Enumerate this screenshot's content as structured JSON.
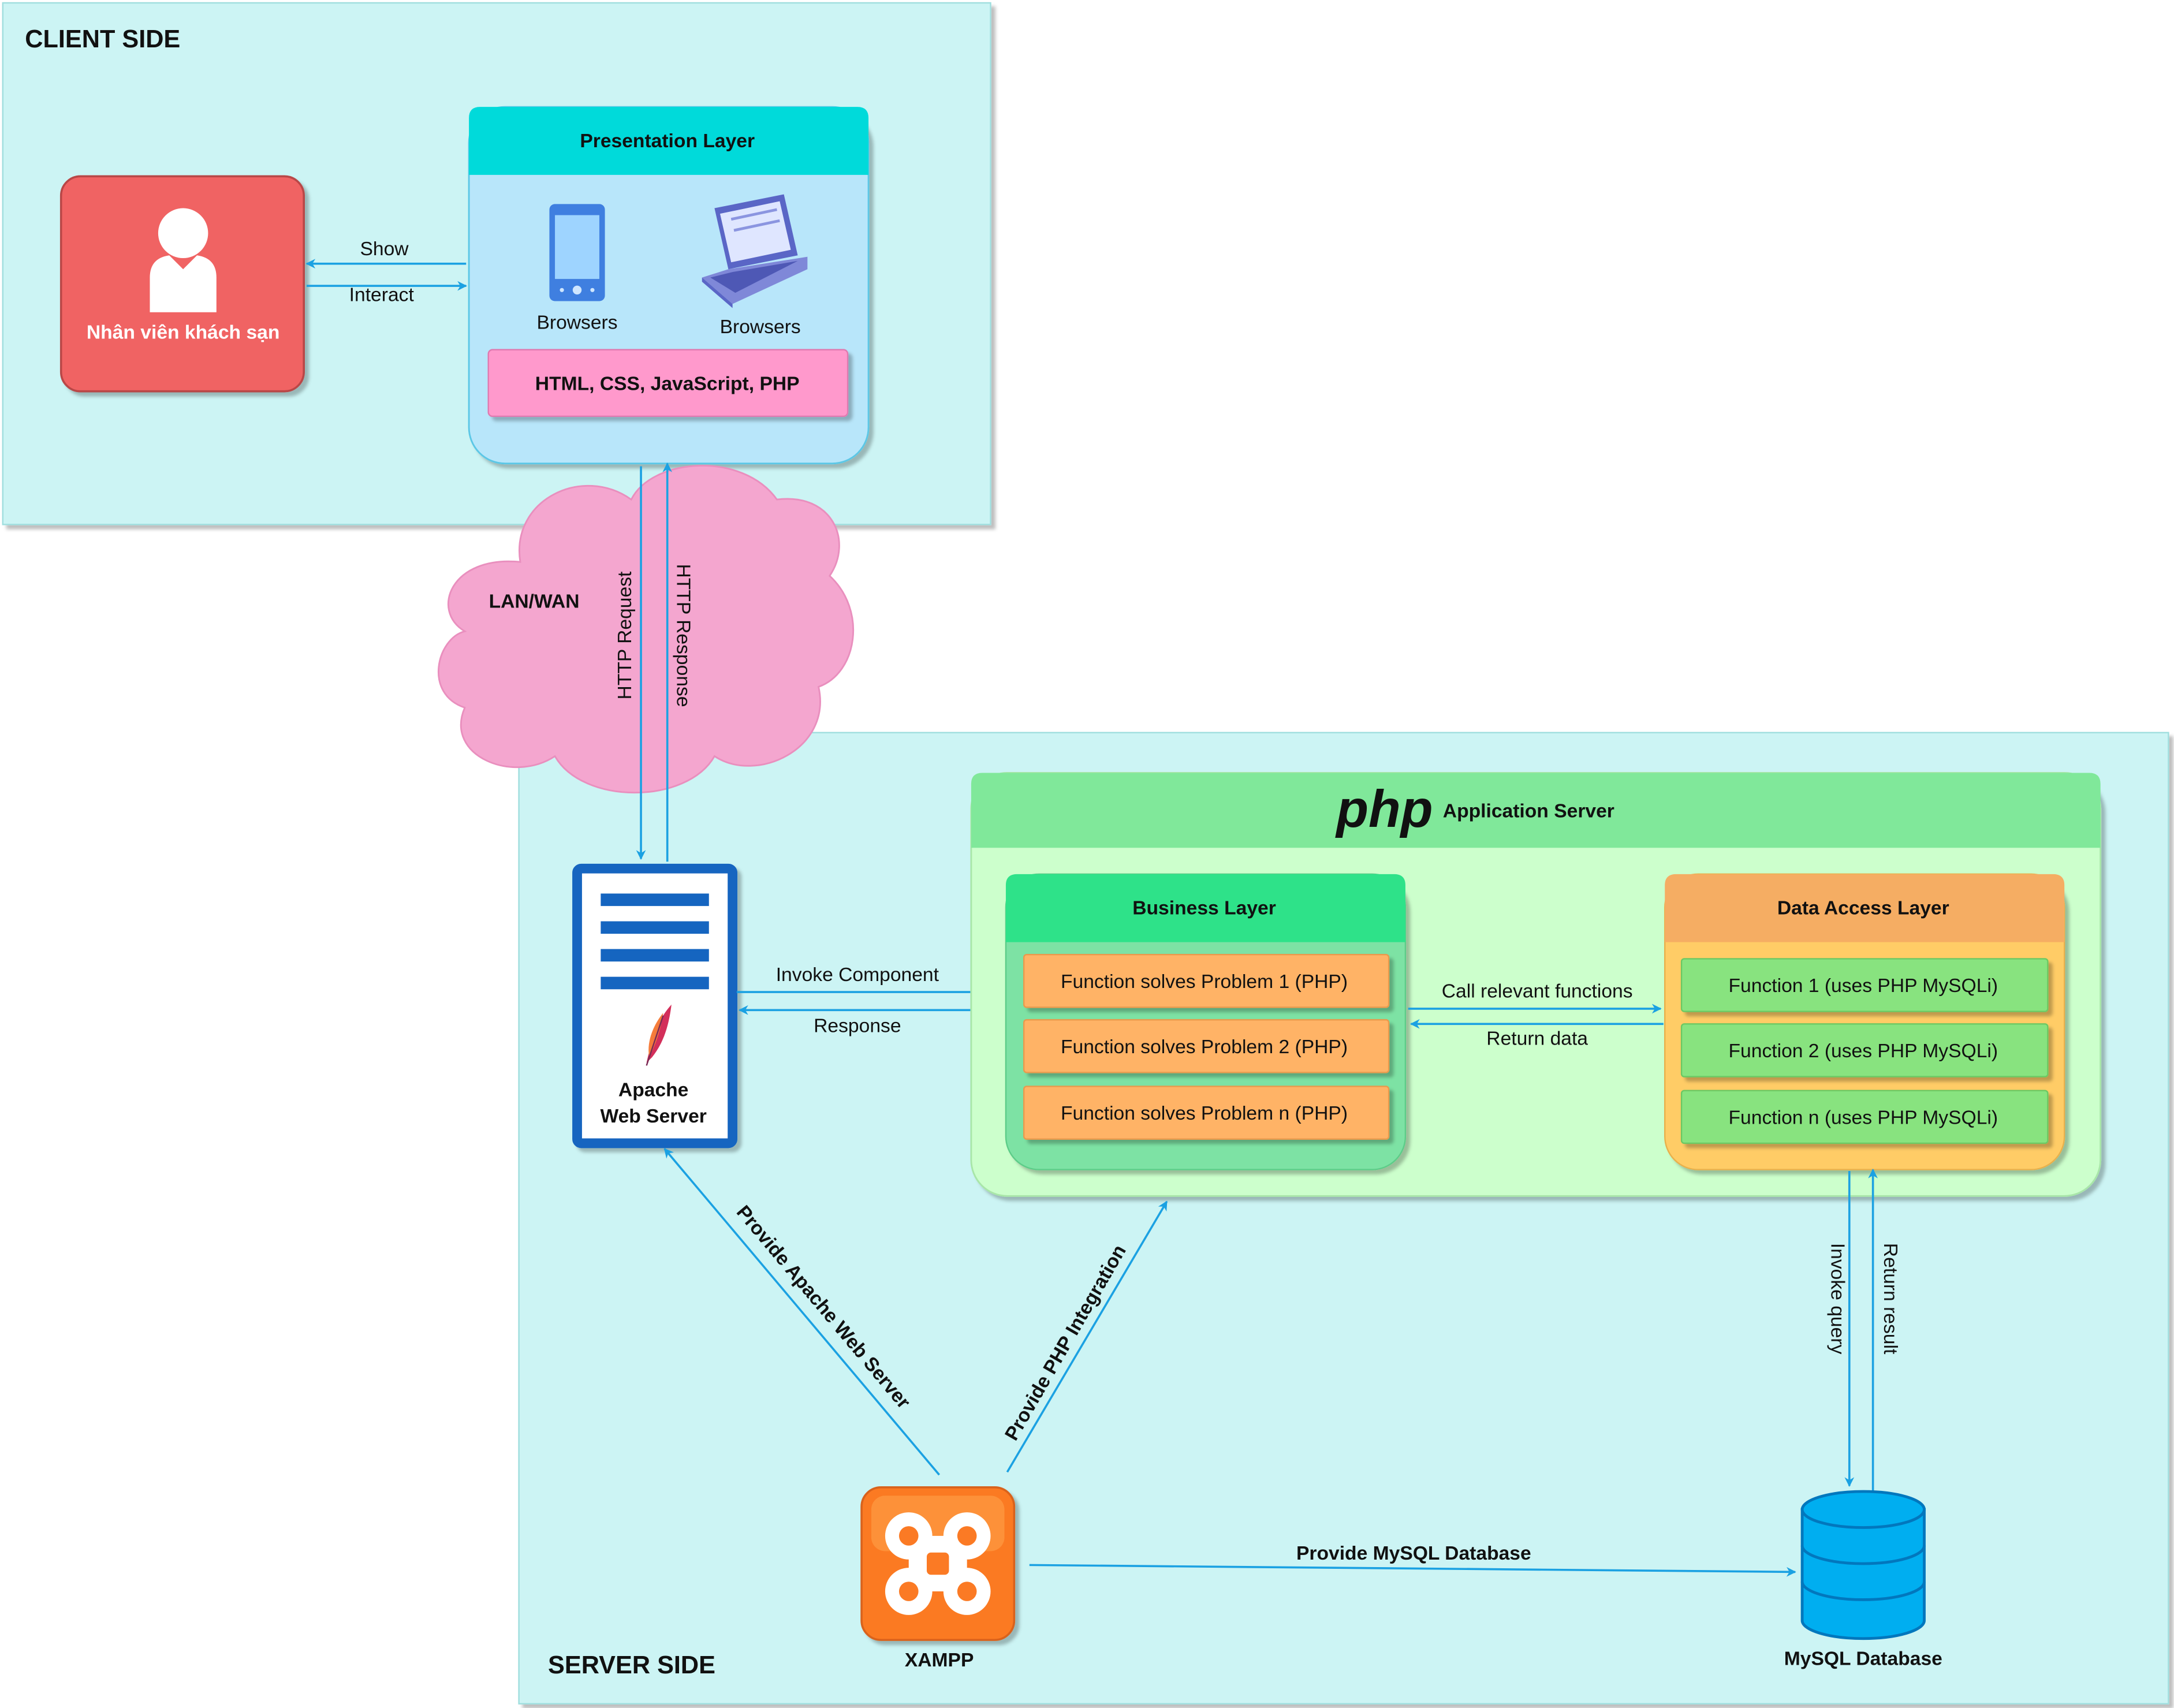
{
  "client": {
    "title": "CLIENT SIDE",
    "user_label": "Nhân viên khách sạn",
    "show_label": "Show",
    "interact_label": "Interact",
    "presentation_title": "Presentation Layer",
    "browser_mobile_label": "Browsers",
    "browser_laptop_label": "Browsers",
    "tech_label": "HTML, CSS, JavaScript, PHP"
  },
  "network": {
    "cloud_label": "LAN/WAN",
    "request_label": "HTTP Request",
    "response_label": "HTTP Response"
  },
  "server": {
    "title": "SERVER SIDE",
    "apache_line1": "Apache",
    "apache_line2": "Web Server",
    "invoke_label": "Invoke Component",
    "response_label": "Response",
    "php_logo": "php",
    "app_server_label": "Application Server",
    "business_title": "Business Layer",
    "business_functions": [
      "Function solves Problem 1 (PHP)",
      "Function solves Problem 2 (PHP)",
      "Function solves Problem n (PHP)"
    ],
    "call_label": "Call relevant functions",
    "return_label": "Return data",
    "data_title": "Data Access Layer",
    "data_functions": [
      "Function 1 (uses PHP MySQLi)",
      "Function 2 (uses PHP MySQLi)",
      "Function n (uses PHP MySQLi)"
    ],
    "invoke_query_label": "Invoke query",
    "return_result_label": "Return result",
    "xampp_label": "XAMPP",
    "mysql_label": "MySQL Database",
    "provide_apache_label": "Provide Apache Web Server",
    "provide_php_label": "Provide PHP Integration",
    "provide_mysql_label": "Provide MySQL Database"
  },
  "colors": {
    "zone_bg": "#ccf4f4",
    "arrow": "#1ba1e2",
    "user_box": "#f06464",
    "presentation_header": "#00dada",
    "presentation_body": "#b8e6fa",
    "tech_box": "#ff99cc",
    "cloud": "#f4a6cf",
    "apache_blue": "#1565c0",
    "app_server_header": "#80e89a",
    "app_server_body": "#ccffcc",
    "business_header": "#2ee289",
    "business_body": "#7de2a4",
    "orange_box": "#ffb366",
    "data_header": "#f5ad63",
    "data_body": "#ffcc66",
    "green_box": "#88e37f",
    "xampp_orange": "#fb7a24",
    "db_blue": "#00aef0"
  }
}
